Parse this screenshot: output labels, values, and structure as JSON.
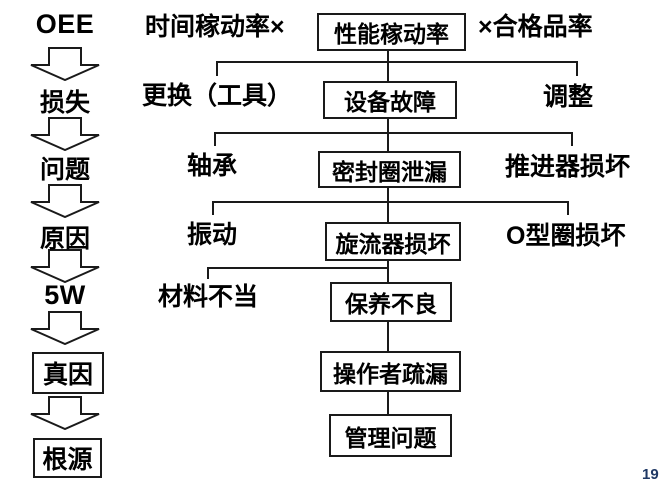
{
  "page": {
    "page_number": "19",
    "accent_color": "#1f3864",
    "line_color": "#1a1a1a"
  },
  "left_column": {
    "items": [
      {
        "label": "OEE"
      },
      {
        "label": "损失"
      },
      {
        "label": "问题"
      },
      {
        "label": "原因"
      },
      {
        "label": "5W"
      },
      {
        "label": "真因",
        "boxed": true
      },
      {
        "label": "根源",
        "boxed": true
      }
    ],
    "connector_icon": "down-block-arrow"
  },
  "tree": {
    "rows": [
      {
        "left": "时间稼动率×",
        "center": "性能稼动率",
        "right": "×合格品率"
      },
      {
        "left": "更换（工具）",
        "center": "设备故障",
        "right": "调整"
      },
      {
        "left": "轴承",
        "center": "密封圈泄漏",
        "right": "推进器损坏"
      },
      {
        "left": "振动",
        "center": "旋流器损坏",
        "right": "O型圈损坏"
      },
      {
        "left": "材料不当",
        "center": "保养不良"
      },
      {
        "center": "操作者疏漏"
      },
      {
        "center": "管理问题"
      }
    ]
  }
}
